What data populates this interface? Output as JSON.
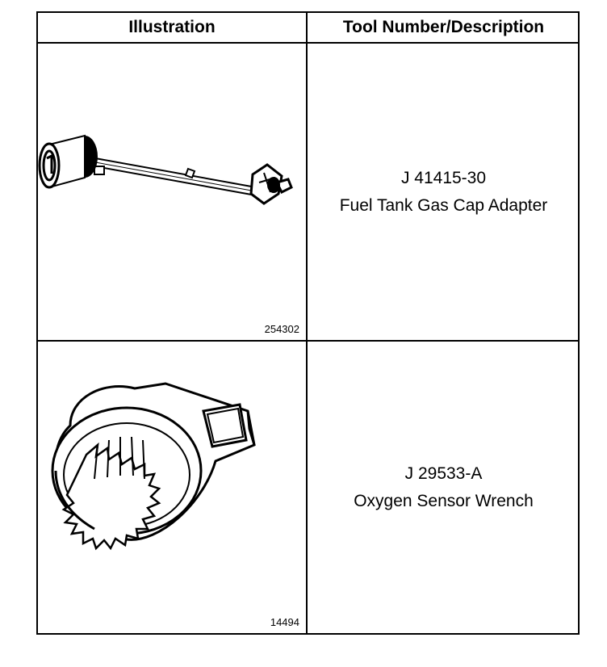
{
  "table": {
    "header": {
      "illustration": "Illustration",
      "description": "Tool Number/Description"
    },
    "rows": [
      {
        "figure_number": "254302",
        "illustration_icon": "gas-cap-adapter-icon",
        "tool_number": "J 41415-30",
        "tool_name": "Fuel Tank Gas Cap Adapter"
      },
      {
        "figure_number": "14494",
        "illustration_icon": "oxygen-sensor-wrench-icon",
        "tool_number": "J 29533-A",
        "tool_name": "Oxygen Sensor Wrench"
      }
    ]
  }
}
